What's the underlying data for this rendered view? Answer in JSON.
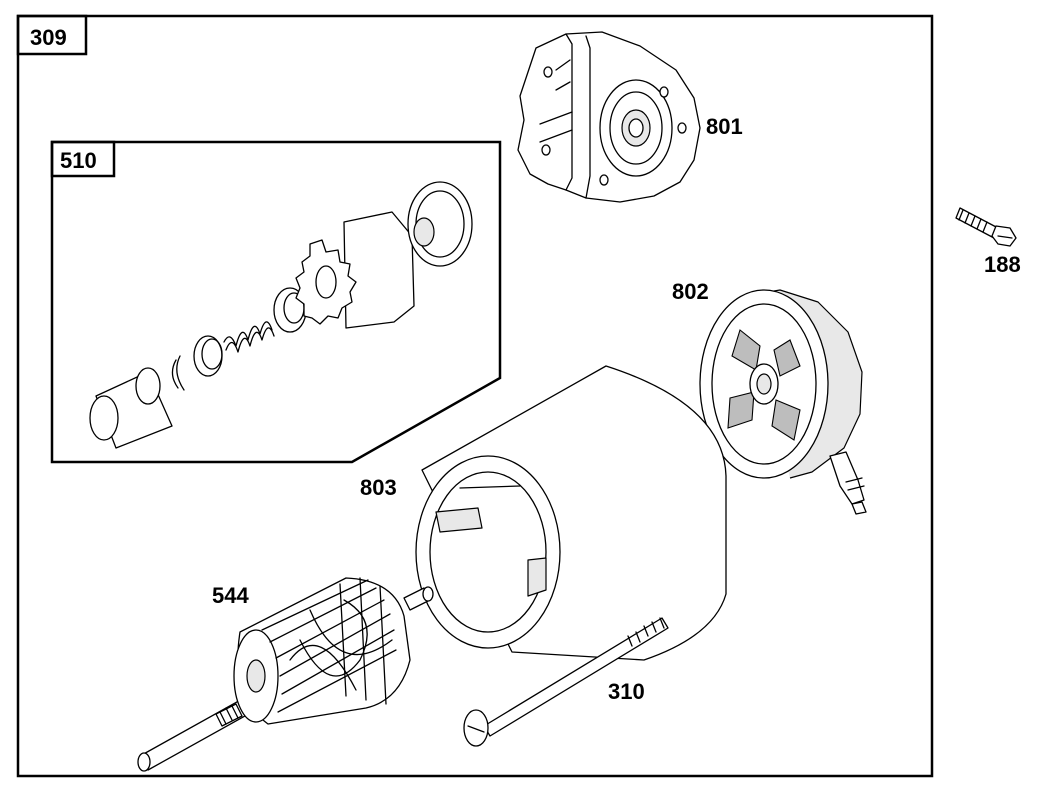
{
  "assembly_label": "309",
  "subassembly_label": "510",
  "parts": {
    "end_cap_drive": "801",
    "end_cap_brush": "802",
    "housing": "803",
    "armature": "544",
    "through_bolt": "310",
    "screw": "188"
  }
}
